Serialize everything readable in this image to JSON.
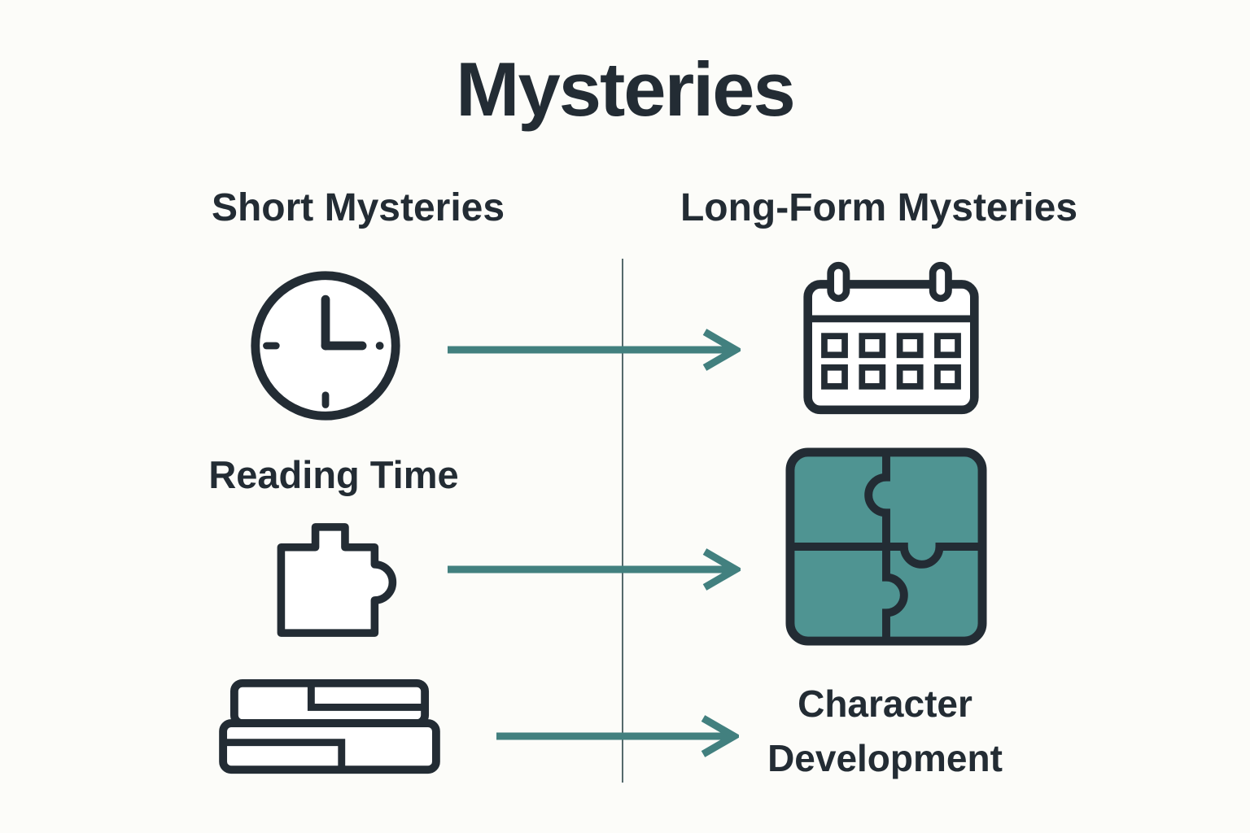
{
  "title": "Mysteries",
  "columns": {
    "left_heading": "Short Mysteries",
    "right_heading": "Long-Form Mysteries"
  },
  "labels": {
    "reading_time": "Reading Time",
    "character_development": "Character Development"
  },
  "rows": [
    {
      "left_icon": "clock-icon",
      "connector": "arrow-right-icon",
      "right_icon": "calendar-icon"
    },
    {
      "left_icon": "puzzle-piece-icon",
      "connector": "arrow-right-icon",
      "right_icon": "puzzle-grid-icon"
    },
    {
      "left_icon": "books-stack-icon",
      "connector": "arrow-right-icon",
      "right_label": "Character Development"
    }
  ],
  "colors": {
    "ink": "#232c34",
    "teal": "#42807f",
    "puzzle_fill": "#4f9492",
    "background": "#fcfcf9",
    "divider": "#55696c"
  }
}
